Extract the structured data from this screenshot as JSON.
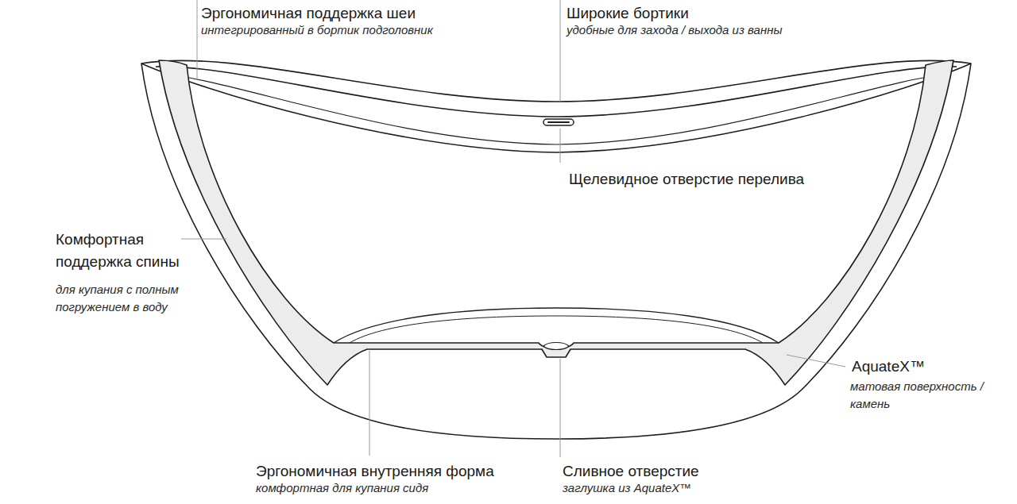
{
  "diagram": {
    "labels": [
      "Эргономичная поддержка шеи",
      "интегрированный в бортик подголовник",
      "Широкие бортики",
      "удобные для захода / выхода из ванны",
      "Щелевидное отверстие перелива",
      "Комфортная поддержка спины",
      "для купания с полным погружением в воду",
      "AquateX™",
      "матовая поверхность / камень",
      "Эргономичная внутренняя форма",
      "комфортная для купания сидя",
      "Сливное отверстие",
      "заглушка из AquateX™"
    ]
  }
}
